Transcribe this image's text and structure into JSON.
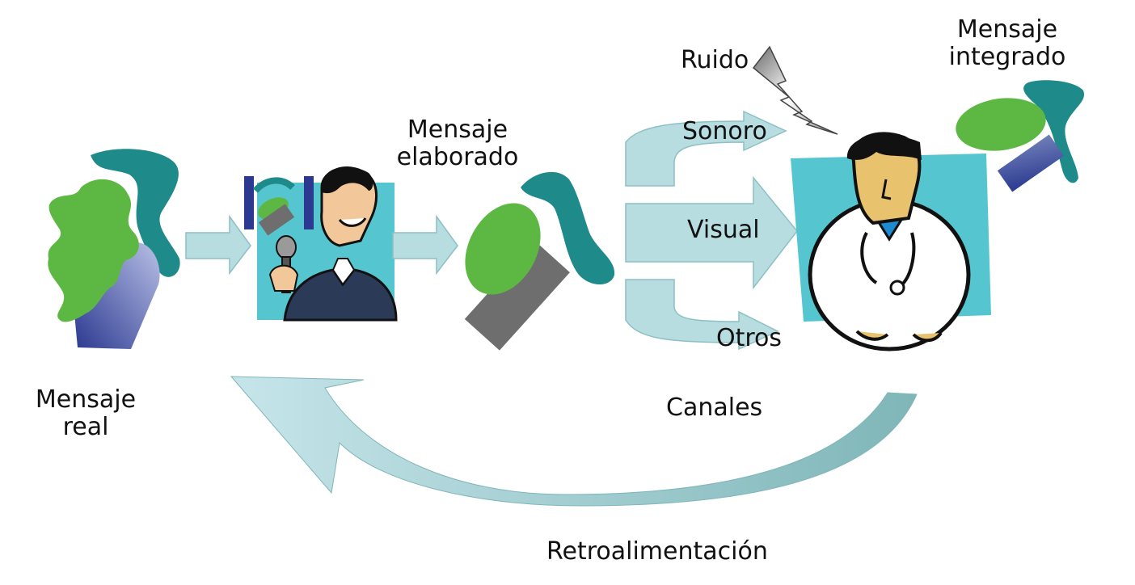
{
  "diagram": {
    "labels": {
      "mensaje_real": [
        "Mensaje",
        "real"
      ],
      "mensaje_elaborado": [
        "Mensaje",
        "elaborado"
      ],
      "mensaje_integrado": [
        "Mensaje",
        "integrado"
      ],
      "ruido": "Ruido",
      "sonoro": "Sonoro",
      "visual": "Visual",
      "otros": "Otros",
      "canales": "Canales",
      "retroalimentacion": "Retroalimentación"
    },
    "colors": {
      "green": "#5db843",
      "teal": "#1f8a8a",
      "navy": "#2b3990",
      "grey": "#6e6e6e",
      "arrow_fill": "#b8dde0",
      "arrow_stroke": "#8cc0c4",
      "screen_cyan": "#55c6cf"
    }
  }
}
